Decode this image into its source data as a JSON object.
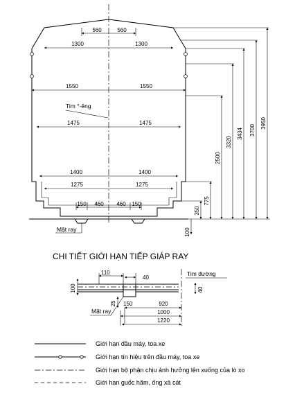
{
  "profile": {
    "dims": {
      "top_560_left": "560",
      "top_560_right": "560",
      "w_1300_left": "1300",
      "w_1300_right": "1300",
      "w_1550_left": "1550",
      "w_1550_right": "1550",
      "w_1475_left": "1475",
      "w_1475_right": "1475",
      "w_1400_left": "1400",
      "w_1400_right": "1400",
      "w_1275_left": "1275",
      "w_1275_right": "1275",
      "b_150_left": "150",
      "b_460_left": "460",
      "b_460_right": "460",
      "b_150_right": "150"
    },
    "heights": {
      "h100": "100",
      "h350": "350",
      "h775": "775",
      "h2500": "2500",
      "h3320": "3320",
      "h3434": "3434",
      "h3700": "3700",
      "h3950": "3950"
    },
    "center_label": "Tim °-êng",
    "rail_label": "Mặt ray"
  },
  "detail": {
    "title": "CHI TIẾT GIỚI HẠN TIẾP GIÁP RAY",
    "track_center_label": "Tim đường",
    "rail_label": "Mặt ray",
    "dims": {
      "d110": "110",
      "d40_top": "40",
      "d100": "100",
      "d25": "25",
      "d150": "150",
      "d40_side": "40",
      "d920": "920",
      "d1000": "1000",
      "d1220": "1220"
    }
  },
  "legend": [
    {
      "style": "solid",
      "label": "Giới hạn đầu máy, toa xe"
    },
    {
      "style": "solid-circles",
      "label": "Giới hạn tín hiệu trên đầu máy, toa xe"
    },
    {
      "style": "dash-dot",
      "label": "Giới hạn bộ phận chịu ảnh hưởng lên xuống của lò xo"
    },
    {
      "style": "dashed",
      "label": "Giới hạn guốc hãm, ống xả cát"
    }
  ]
}
